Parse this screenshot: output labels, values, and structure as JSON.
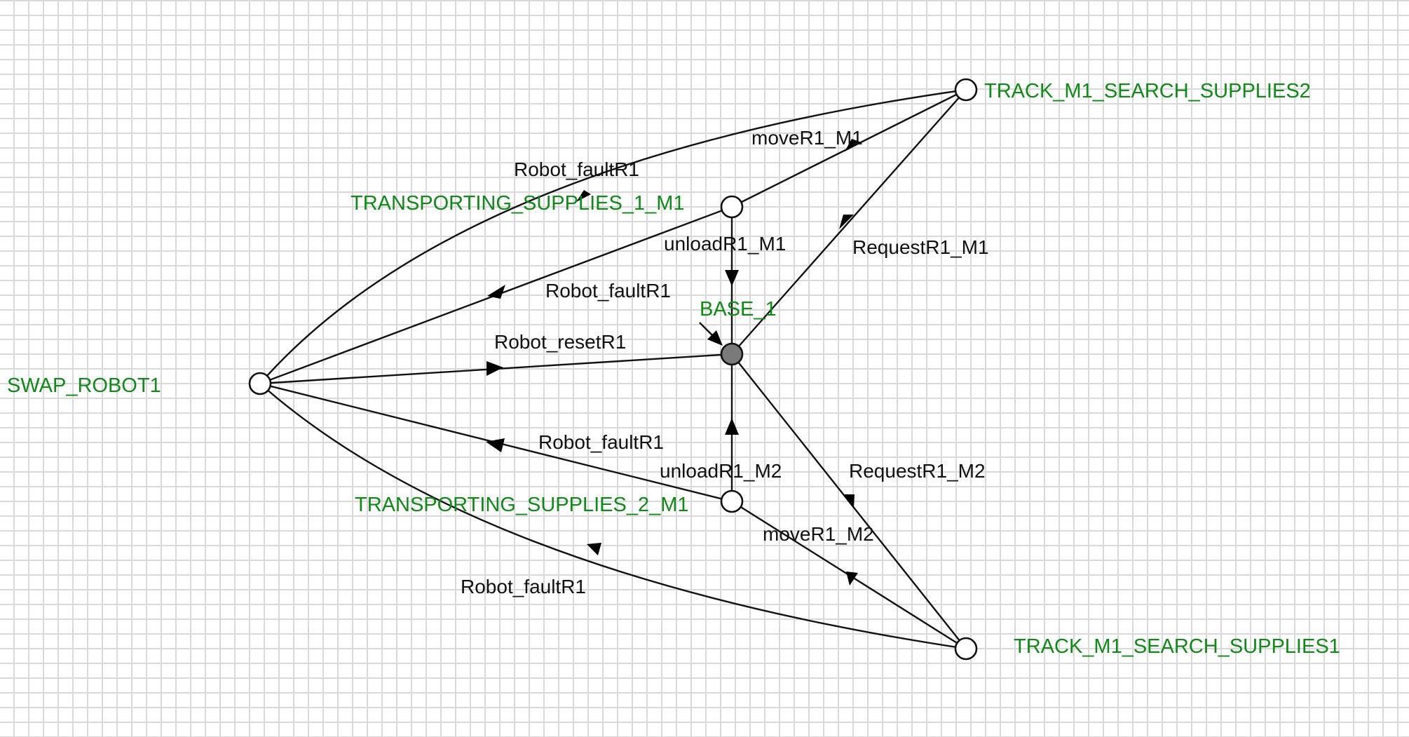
{
  "diagram": {
    "states": {
      "base": "BASE_1",
      "swap_robot": "SWAP_ROBOT1",
      "transporting_1": "TRANSPORTING_SUPPLIES_1_M1",
      "transporting_2": "TRANSPORTING_SUPPLIES_2_M1",
      "track_2": "TRACK_M1_SEARCH_SUPPLIES2",
      "track_1": "TRACK_M1_SEARCH_SUPPLIES1"
    },
    "initial_state": "BASE_1",
    "transitions": {
      "move_m1": "moveR1_M1",
      "request_m1": "RequestR1_M1",
      "unload_m1": "unloadR1_M1",
      "fault_from_track2": "Robot_faultR1",
      "fault_from_transport1": "Robot_faultR1",
      "reset": "Robot_resetR1",
      "fault_from_transport2": "Robot_faultR1",
      "unload_m2": "unloadR1_M2",
      "request_m2": "RequestR1_M2",
      "move_m2": "moveR1_M2",
      "fault_from_track1": "Robot_faultR1"
    },
    "colors": {
      "state_label": "#0e8a16",
      "transition_label": "#111111",
      "initial_state_fill": "#7a7a7a",
      "grid": "#d9d9d9"
    }
  }
}
